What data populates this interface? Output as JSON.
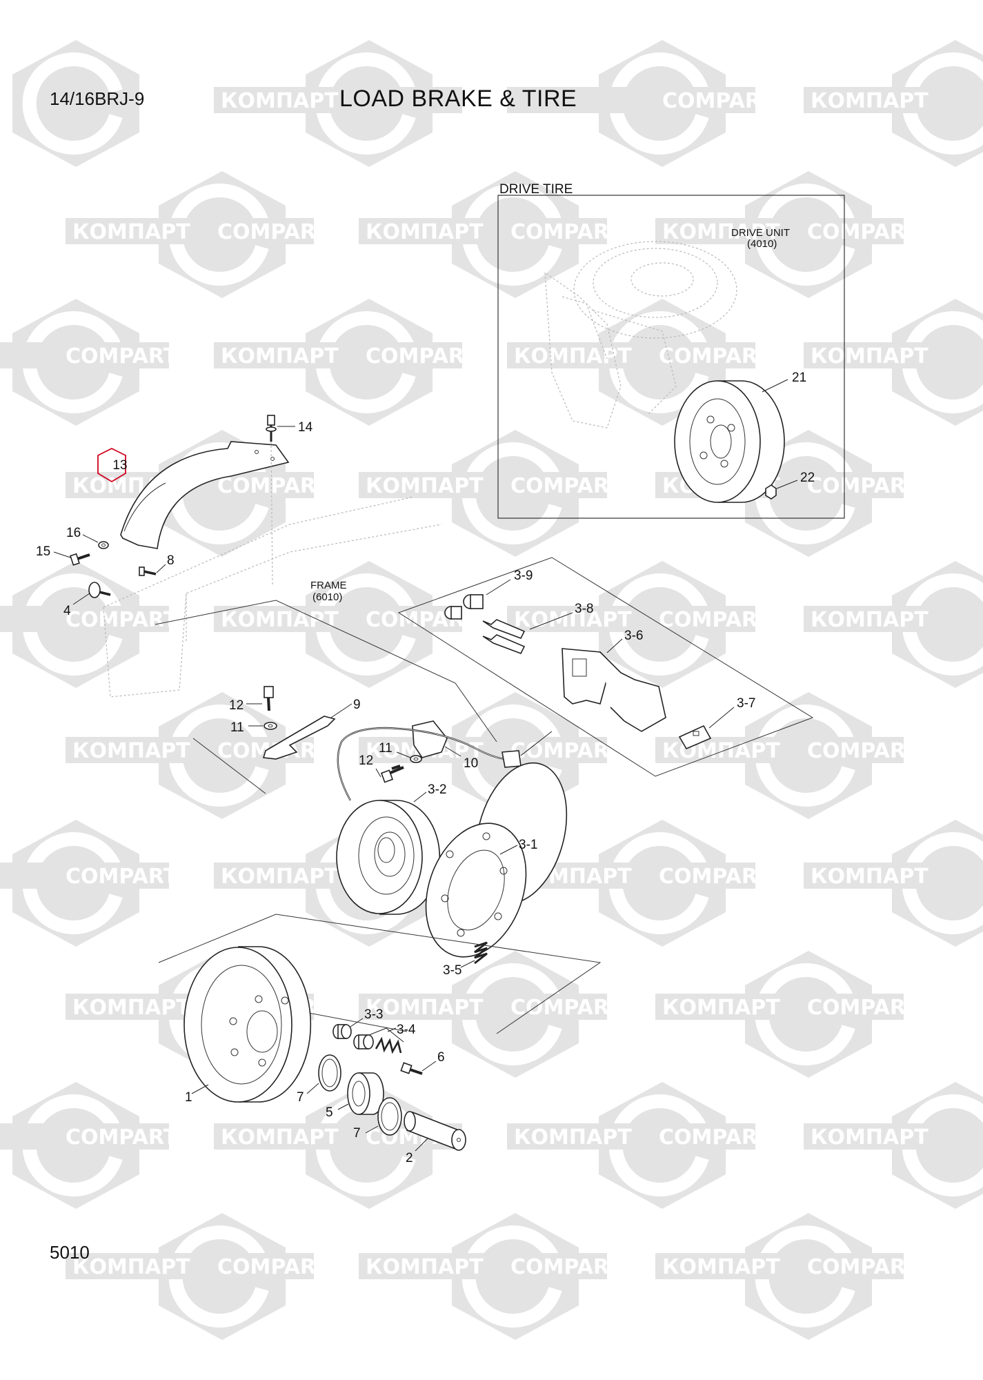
{
  "header": {
    "model": "14/16BRJ-9",
    "title": "LOAD BRAKE & TIRE",
    "page_number": "5010"
  },
  "watermark": {
    "latin": "COMPART",
    "cyrillic": "КОМПАРТ",
    "color": "#e3e3e3"
  },
  "highlight_color": "#d0001c",
  "groups": {
    "drive_tire": "DRIVE TIRE",
    "drive_unit": "DRIVE UNIT",
    "drive_unit_code": "(4010)",
    "frame": "FRAME",
    "frame_code": "(6010)"
  },
  "callouts": {
    "p1": "1",
    "p2": "2",
    "p3_1": "3-1",
    "p3_2": "3-2",
    "p3_3": "3-3",
    "p3_4": "3-4",
    "p3_5": "3-5",
    "p3_6": "3-6",
    "p3_7": "3-7",
    "p3_8": "3-8",
    "p3_9": "3-9",
    "p4": "4",
    "p5": "5",
    "p6": "6",
    "p7a": "7",
    "p7b": "7",
    "p8": "8",
    "p9": "9",
    "p10": "10",
    "p11a": "11",
    "p11b": "11",
    "p12a": "12",
    "p12b": "12",
    "p13": "13",
    "p14": "14",
    "p15": "15",
    "p16": "16",
    "p21": "21",
    "p22": "22"
  }
}
